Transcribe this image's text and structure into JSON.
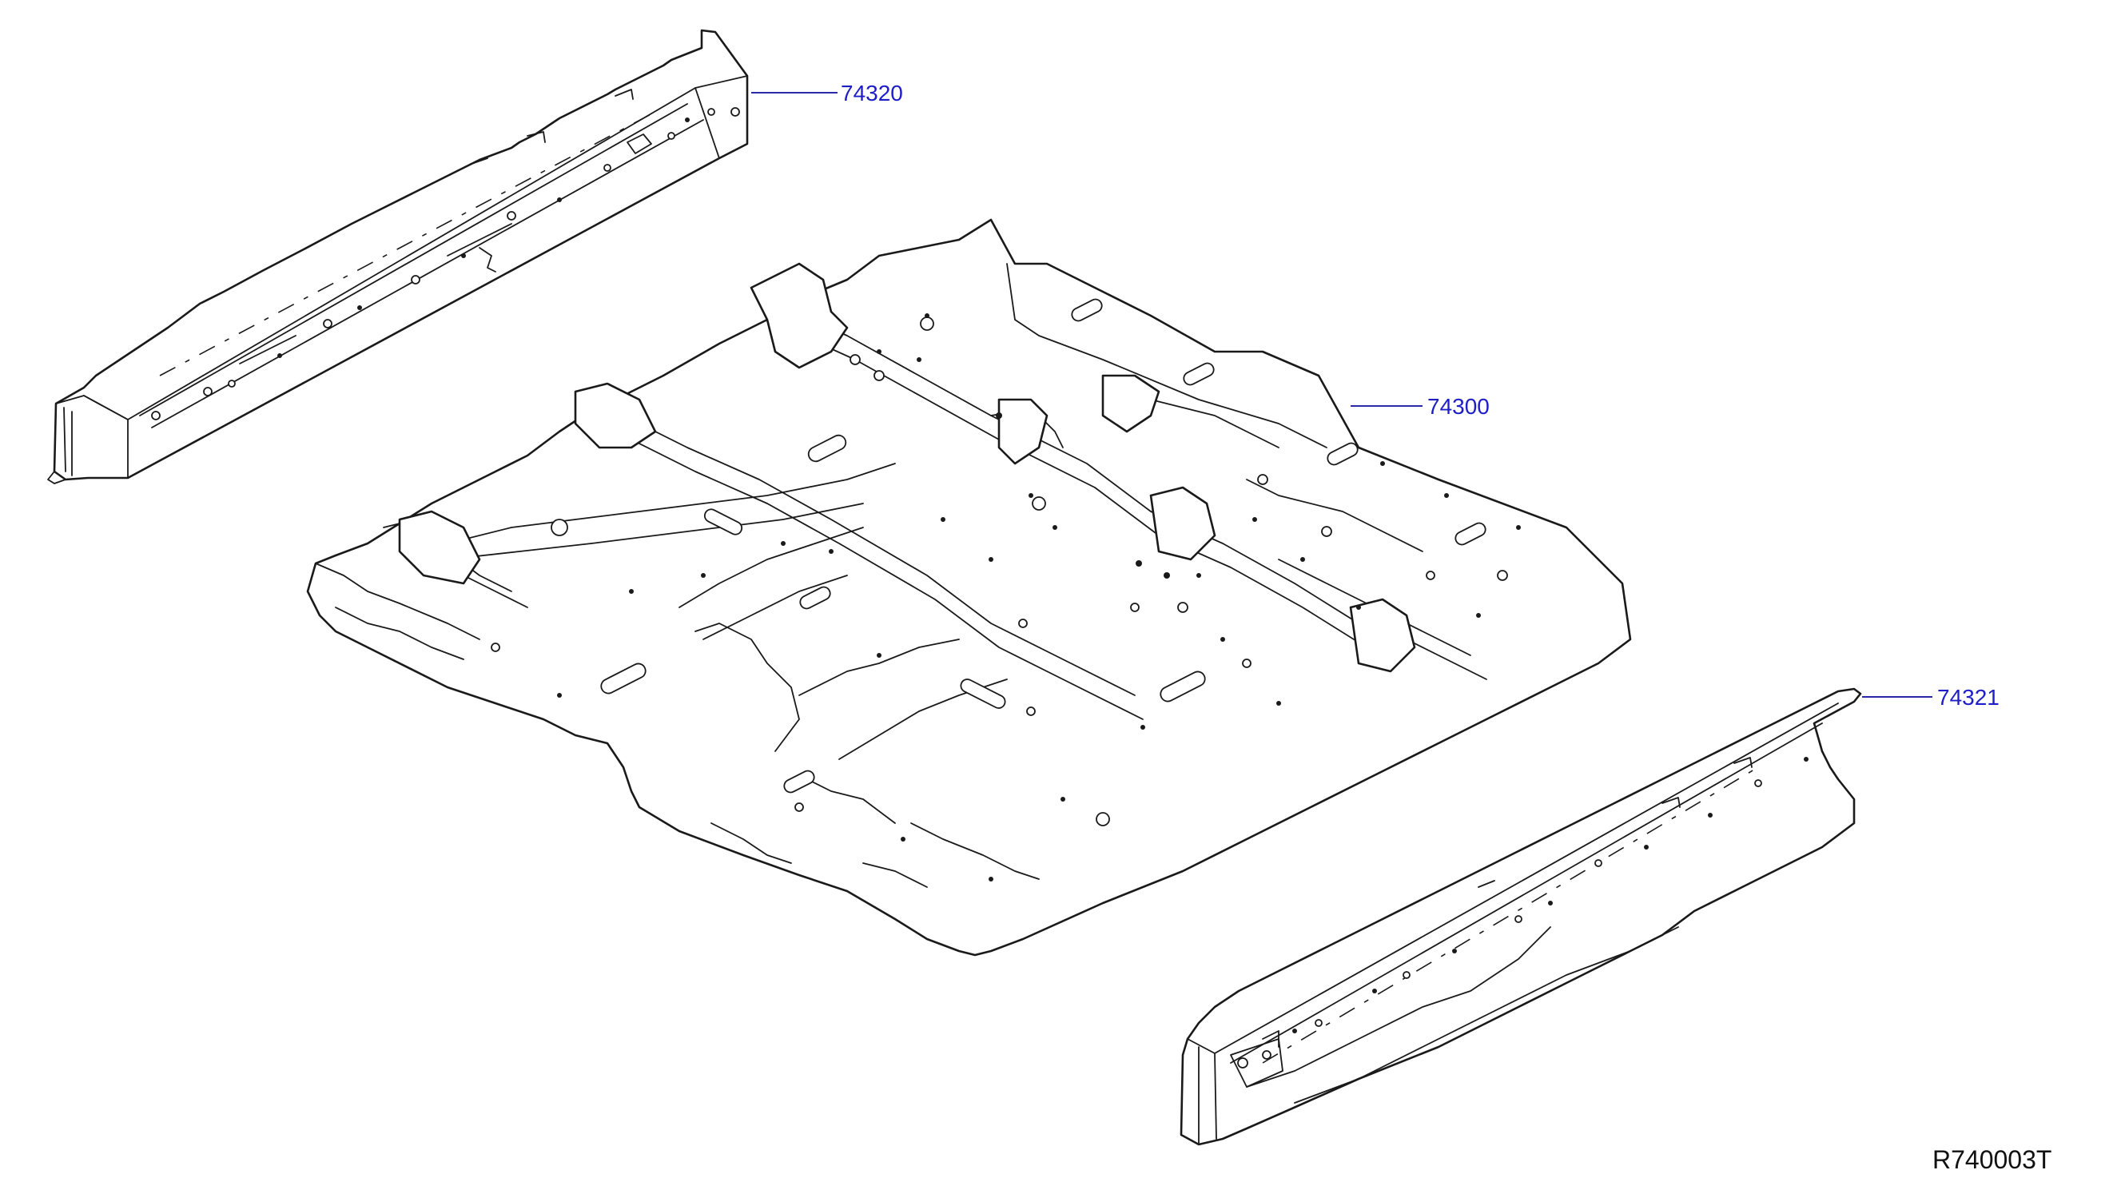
{
  "callouts": [
    {
      "id": "74320",
      "label": "74320"
    },
    {
      "id": "74300",
      "label": "74300"
    },
    {
      "id": "74321",
      "label": "74321"
    }
  ],
  "reference_code": "R740003T",
  "colors": {
    "line": "#1a1a1a",
    "callout_text": "#1e1ec8",
    "leader": "#2a2aa8",
    "background": "#ffffff"
  }
}
